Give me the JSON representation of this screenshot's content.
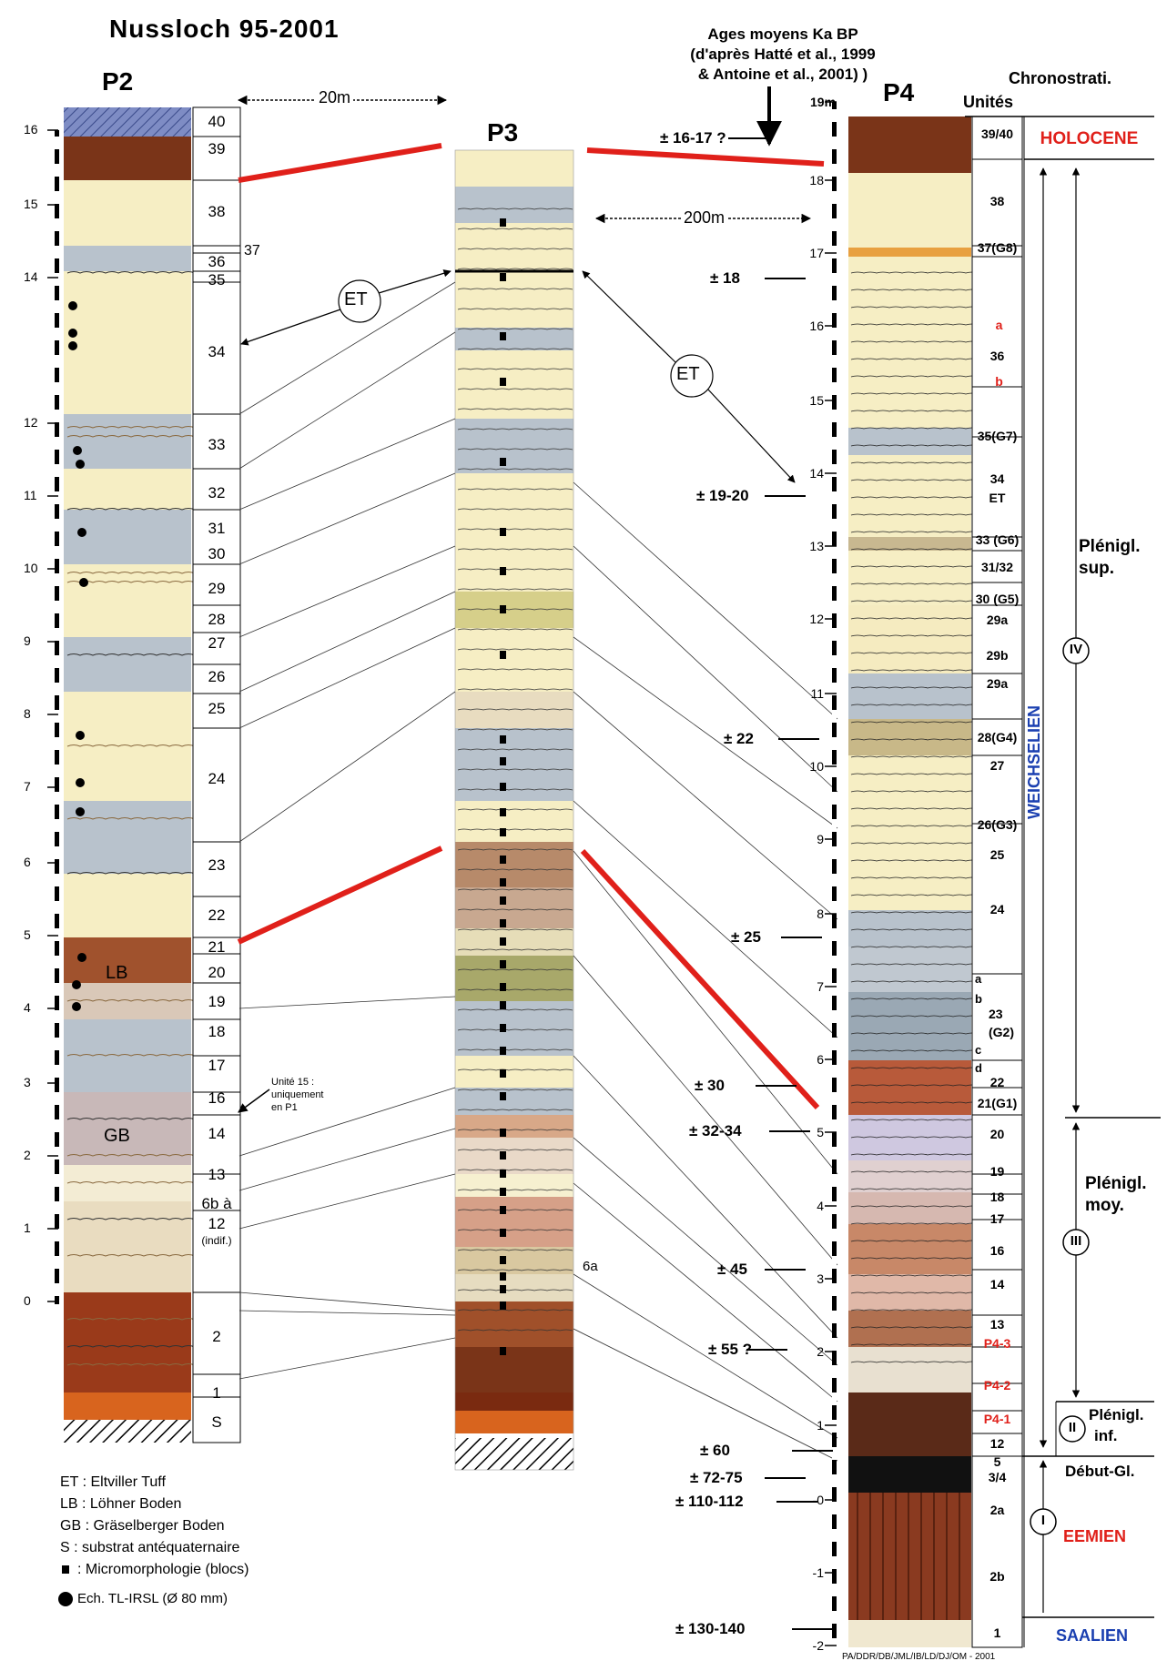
{
  "title": "Nussloch 95-2001",
  "ages_header": {
    "line1": "Ages moyens Ka BP",
    "line2": "(d'après Hatté et al., 1999",
    "line3": "& Antoine et al., 2001) )"
  },
  "profiles": {
    "p2": "P2",
    "p3": "P3",
    "p4": "P4"
  },
  "distances": {
    "p2_p3": "20m",
    "p3_p4": "200m"
  },
  "markers": {
    "et1": "ET",
    "et2": "ET",
    "lb": "LB",
    "gb": "GB",
    "unit15_note": [
      "Unité 15 :",
      "uniquement",
      "en P1"
    ],
    "p3_6a": "6a",
    "p2_37": "37"
  },
  "p2_scale": [
    "16",
    "15",
    "14",
    "12",
    "11",
    "10",
    "9",
    "8",
    "7",
    "6",
    "5",
    "4",
    "3",
    "2",
    "1",
    "0"
  ],
  "p2_units": [
    "40",
    "39",
    "38",
    "36",
    "35",
    "34",
    "33",
    "32",
    "31",
    "30",
    "29",
    "28",
    "27",
    "26",
    "25",
    "24",
    "23",
    "22",
    "21",
    "20",
    "19",
    "18",
    "17",
    "16",
    "14",
    "13",
    "6b à",
    "12",
    "(indif.)",
    "2",
    "1",
    "S"
  ],
  "p4_scale": [
    "19m",
    "18",
    "17",
    "16",
    "15",
    "14",
    "13",
    "12",
    "11",
    "10",
    "9",
    "8",
    "7",
    "6",
    "5",
    "4",
    "3",
    "2",
    "1",
    "-0",
    "-1",
    "-2"
  ],
  "p4_units_header": "Unités",
  "p4_units": [
    "39/40",
    "38",
    "37(G8)",
    "36",
    "a",
    "b",
    "35(G7)",
    "34",
    "ET",
    "33 (G6)",
    "31/32",
    "30 (G5)",
    "29a",
    "29b",
    "29a",
    "28(G4)",
    "27",
    "26(G3)",
    "25",
    "24",
    "a",
    "b",
    "23",
    "(G2)",
    "c",
    "d",
    "22",
    "21(G1)",
    "20",
    "19",
    "18",
    "17",
    "16",
    "14",
    "13",
    "P4-3",
    "P4-2",
    "P4-1",
    "12",
    "5",
    "3/4",
    "2a",
    "2b",
    "1"
  ],
  "ages": [
    "± 16-17 ?",
    "± 18",
    "± 19-20",
    "± 22",
    "± 25",
    "± 30",
    "± 32-34",
    "± 45",
    "± 55 ?",
    "± 60",
    "± 72-75",
    "± 110-112",
    "± 130-140"
  ],
  "chrono": {
    "header": "Chronostrati.",
    "holocene": "HOLOCENE",
    "weichselien": "WEICHSELIEN",
    "pleniglsup": [
      "Plénigl.",
      "sup."
    ],
    "pleniglmoy": [
      "Plénigl.",
      "moy."
    ],
    "pleniglinf": [
      "Plénigl.",
      "inf."
    ],
    "debut": "Début-Gl.",
    "eemien": "EEMIEN",
    "saalien": "SAALIEN",
    "roman": [
      "IV",
      "III",
      "II",
      "I"
    ]
  },
  "legend": [
    "ET : Eltviller Tuff",
    "LB : Löhner Boden",
    "GB : Gräselberger Boden",
    "S : substrat antéquaternaire",
    ": Micromorphologie (blocs)",
    "Ech. TL-IRSL (Ø 80 mm)"
  ],
  "credit": "PA/DDR/DB/JML/IB/LD/DJ/OM - 2001",
  "colors": {
    "red": "#e0201a",
    "blue": "#1a3fb0",
    "loess": "#f6eec4",
    "grey": "#b8c2cc",
    "brown": "#7a3418",
    "orange": "#d8641e"
  }
}
